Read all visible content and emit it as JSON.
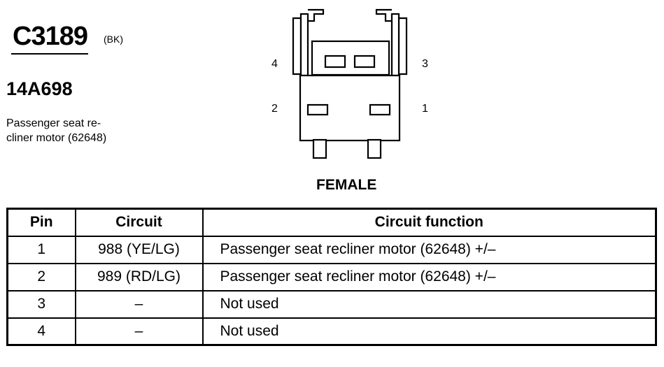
{
  "connector": {
    "id": "C3189",
    "color": "(BK)",
    "part_number": "14A698",
    "description": "Passenger seat re-\ncliner motor (62648)"
  },
  "diagram": {
    "view": "FEMALE",
    "pin_labels": {
      "p1": "1",
      "p2": "2",
      "p3": "3",
      "p4": "4"
    }
  },
  "table": {
    "headers": {
      "pin": "Pin",
      "circuit": "Circuit",
      "function": "Circuit function"
    },
    "rows": [
      {
        "pin": "1",
        "circuit": "988 (YE/LG)",
        "function": "Passenger seat recliner motor (62648) +/–"
      },
      {
        "pin": "2",
        "circuit": "989 (RD/LG)",
        "function": "Passenger seat recliner motor (62648) +/–"
      },
      {
        "pin": "3",
        "circuit": "–",
        "function": "Not used"
      },
      {
        "pin": "4",
        "circuit": "–",
        "function": "Not used"
      }
    ]
  }
}
